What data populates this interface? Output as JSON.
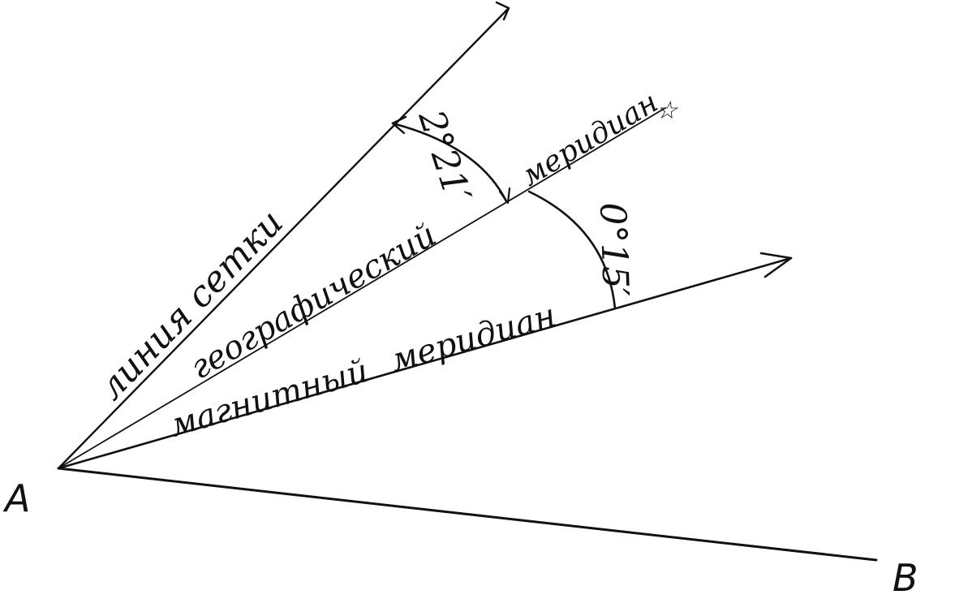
{
  "diagram": {
    "point_a": "A",
    "point_b": "B",
    "grid_line_label": "линия сетки",
    "geographic_meridian_label_1": "географический",
    "geographic_meridian_label_2": "меридиан",
    "magnetic_meridian_label_1": "магнитный",
    "magnetic_meridian_label_2": "меридиан",
    "angle_grid_geo": "2°21′",
    "angle_geo_magnetic": "0°15′",
    "star_symbol": "☆",
    "ink_color": "#111111",
    "paper_color": "#ffffff"
  }
}
